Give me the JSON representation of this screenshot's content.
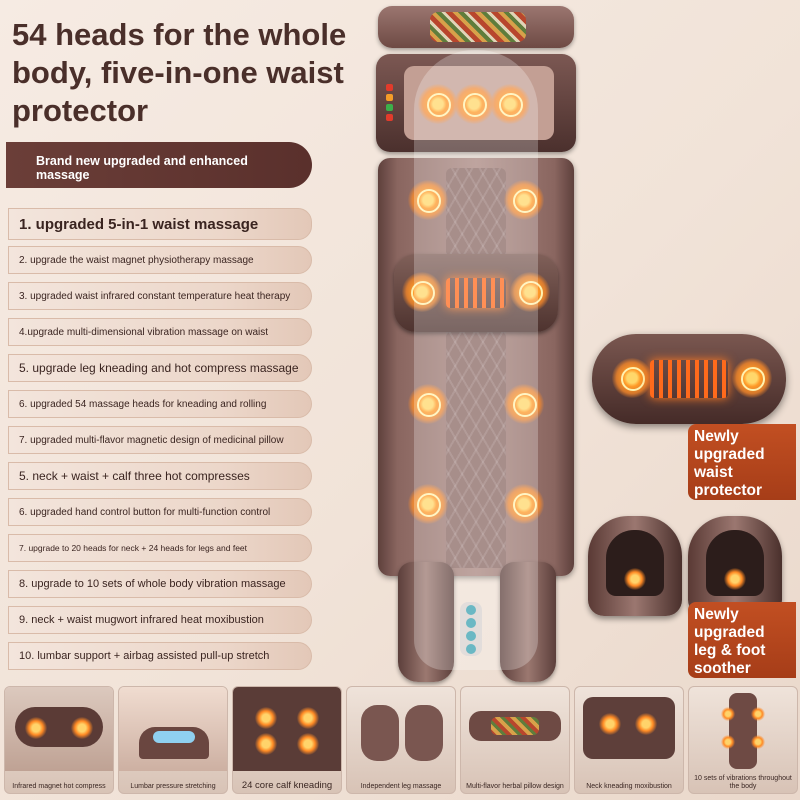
{
  "headline": "54 heads for the whole body, five-in-one waist protector",
  "intro": "Brand new upgraded and enhanced massage",
  "features": [
    "1. upgraded 5-in-1 waist massage",
    "2. upgrade the waist magnet physiotherapy massage",
    "3. upgraded waist infrared constant temperature heat therapy",
    "4.upgrade multi-dimensional vibration massage on waist",
    "5. upgrade leg kneading and hot compress massage",
    "6. upgraded 54 massage heads for kneading and rolling",
    "7. upgraded multi-flavor magnetic design of medicinal pillow",
    "5. neck + waist + calf three hot compresses",
    "6. upgraded hand control button for multi-function control",
    "7. upgrade to 20 heads for neck + 24 heads for legs and feet",
    "8. upgrade to 10 sets of whole body vibration massage",
    "9. neck + waist mugwort infrared heat moxibustion",
    "10. lumbar support + airbag assisted pull-up stretch"
  ],
  "callouts": {
    "waist": [
      "Newly",
      "upgraded",
      "waist",
      "protector"
    ],
    "foot": [
      "Newly",
      "upgraded",
      "leg & foot",
      "soother"
    ]
  },
  "thumbnails": [
    "Infrared magnet hot compress",
    "Lumbar pressure stretching",
    "24 core calf kneading",
    "Independent leg massage",
    "Multi-flavor herbal pillow design",
    "Neck kneading moxibustion",
    "10 sets of vibrations throughout the body"
  ],
  "colors": {
    "accent_brown": "#5a302c",
    "callout_orange": "#b4451c",
    "heat_orange": "#ff8a24"
  }
}
